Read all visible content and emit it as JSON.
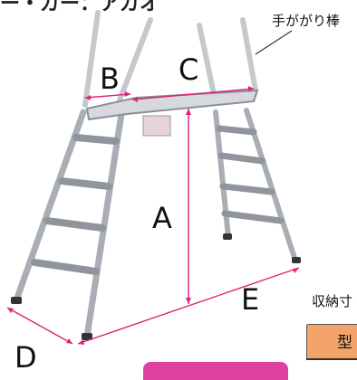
{
  "caption": "ー・ガー：アガオ",
  "handrail_label": "手ががり棒",
  "dimensions": {
    "a": "A",
    "b": "B",
    "c": "C",
    "d": "D",
    "e": "E"
  },
  "storage_label": "収納寸",
  "model_label": "型",
  "colors": {
    "dimension_line": "#e0207a",
    "model_tab": "#f4a36a",
    "banner": "#e040a0",
    "aluminum": "#b9bec4"
  }
}
